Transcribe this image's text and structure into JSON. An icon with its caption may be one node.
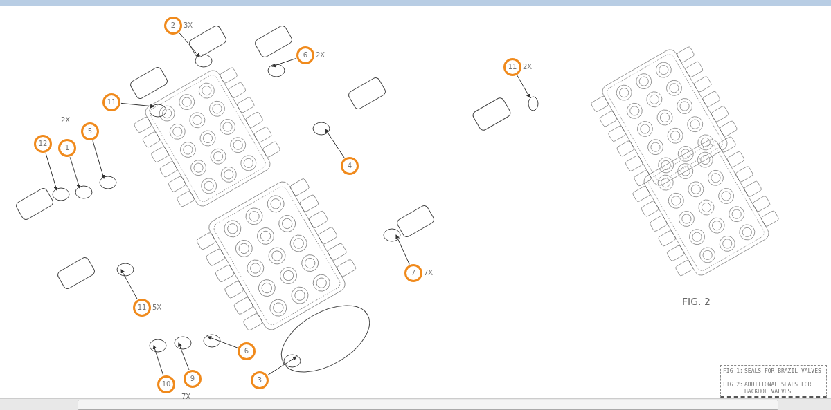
{
  "diagram": {
    "nodes": [
      {
        "text": [
          "2"
        ],
        "beside": [
          "3X"
        ]
      },
      {
        "text": [
          "6"
        ],
        "beside": [
          "2X"
        ]
      },
      {
        "text": [
          "11"
        ]
      },
      {
        "text": [
          "5"
        ]
      },
      {
        "text": [
          "12"
        ]
      },
      {
        "text": [
          "1"
        ]
      },
      {
        "text": [
          "4"
        ]
      },
      {
        "text": [
          "7"
        ],
        "beside": [
          "7X"
        ]
      },
      {
        "text": [
          "11"
        ],
        "beside": [
          "5X"
        ]
      },
      {
        "text": [
          "6"
        ]
      },
      {
        "text": [
          "10"
        ]
      },
      {
        "text": [
          "9"
        ]
      },
      {
        "text": [
          "3"
        ]
      },
      {
        "text": [
          "11"
        ],
        "beside": [
          "2X"
        ]
      }
    ],
    "edges": [
      {
        "from": 0,
        "to": null,
        "arrow": "to"
      },
      {
        "from": 1,
        "to": null,
        "arrow": "to"
      },
      {
        "from": 2,
        "to": null,
        "arrow": "to"
      },
      {
        "from": 3,
        "to": null,
        "arrow": "to"
      },
      {
        "from": 4,
        "to": null,
        "arrow": "to"
      },
      {
        "from": 5,
        "to": null,
        "arrow": "to"
      },
      {
        "from": 6,
        "to": null,
        "arrow": "to"
      },
      {
        "from": 7,
        "to": null,
        "arrow": "to"
      },
      {
        "from": 8,
        "to": null,
        "arrow": "to"
      },
      {
        "from": 9,
        "to": null,
        "arrow": "to"
      },
      {
        "from": 10,
        "to": null,
        "arrow": "to"
      },
      {
        "from": 11,
        "to": null,
        "arrow": "to"
      },
      {
        "from": 12,
        "to": null,
        "arrow": "to"
      },
      {
        "from": 13,
        "to": null,
        "arrow": "to"
      }
    ],
    "labels": [
      "2X",
      "7X",
      "FIG. 2",
      "FIG 1:",
      "SEALS FOR BRAZIL VALVES",
      "FIG 2:",
      "ADDITIONAL SEALS FOR BACKHOE VALVES"
    ]
  }
}
